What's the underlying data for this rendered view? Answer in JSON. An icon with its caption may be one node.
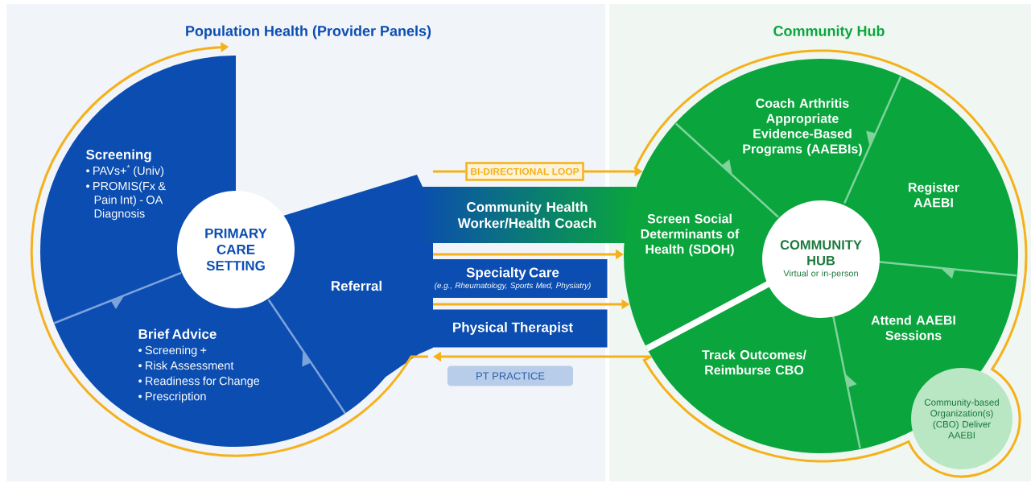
{
  "diagram": {
    "nodes": [
      {
        "text": [
          "PRIMARY CARE SETTING"
        ]
      },
      {
        "text": [
          "Screening",
          "• PAVs+$^{*}$ (Univ)",
          "• PROMIS(Fx & Pain Int) - OA Diagnosis"
        ]
      },
      {
        "text": [
          "Brief Advice",
          "• Screening +",
          "• Risk Assessment",
          "• Readiness for Change",
          "• Prescription"
        ]
      },
      {
        "text": [
          "Referral"
        ]
      },
      {
        "text": [
          "Community Health Worker/Health Coach"
        ]
      },
      {
        "text": [
          "Specialty Care",
          "(e.g., Rheumatology, Sports Med, Physiatry)"
        ]
      },
      {
        "text": [
          "Physical Therapist"
        ]
      },
      {
        "text": [
          "BI-DIRECTIONAL LOOP"
        ]
      },
      {
        "text": [
          "PT PRACTICE"
        ]
      },
      {
        "text": [
          "COMMUNITY HUB",
          "Virtual or in-person"
        ]
      },
      {
        "text": [
          "Screen Social Determinants of Health (SDOH)"
        ]
      },
      {
        "text": [
          "Coach Arthritis Appropriate Evidence-Based Programs (AAEBIs)"
        ]
      },
      {
        "text": [
          "Register AAEBI"
        ]
      },
      {
        "text": [
          "Attend AAEBI Sessions"
        ]
      },
      {
        "text": [
          "Track Outcomes/ Reimburse CBO"
        ]
      },
      {
        "text": [
          "Community-based Organization(s) (CBO) Deliver AAEBI"
        ]
      }
    ],
    "edges": [
      {
        "from": 3,
        "to": 7,
        "arrow": "none"
      },
      {
        "from": 7,
        "to": 10,
        "arrow": "to"
      },
      {
        "from": 3,
        "to": 10,
        "arrow": "to"
      },
      {
        "from": 3,
        "to": 10,
        "arrow": "to"
      },
      {
        "from": 14,
        "to": 3,
        "arrow": "to"
      },
      {
        "from": 3,
        "to": 1,
        "arrow": "to"
      },
      {
        "from": 10,
        "to": 14,
        "arrow": "none"
      }
    ],
    "labels": [
      "Population Health (Provider Panels)",
      "Community Hub"
    ]
  }
}
